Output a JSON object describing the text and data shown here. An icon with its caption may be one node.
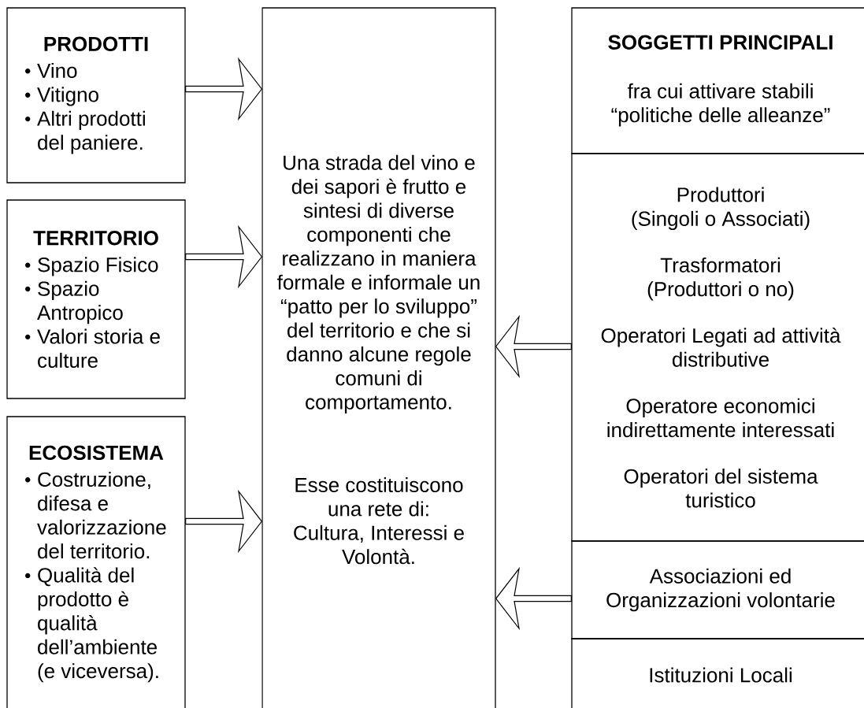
{
  "diagram": {
    "nodes": [
      {
        "text": [
          "PRODOTTI",
          "Vino",
          "Vitigno",
          "Altri prodotti del paniere."
        ]
      },
      {
        "text": [
          "TERRITORIO",
          "Spazio Fisico",
          "Spazio Antropico",
          "Valori storia e culture"
        ]
      },
      {
        "text": [
          "ECOSISTEMA",
          "Costruzione, difesa e valorizzazione del territorio.",
          "Qualità del prodotto è qualità dell’ambiente (e viceversa)."
        ]
      },
      {
        "text": [
          "Una strada del vino e dei sapori è frutto e sintesi di diverse componenti che realizzano in maniera formale e informale un “patto per lo sviluppo” del territorio e che si danno alcune regole comuni di comportamento.",
          "Esse costituiscono una rete di: Cultura, Interessi e Volontà."
        ]
      },
      {
        "text": [
          "SOGGETTI PRINCIPALI",
          "fra cui attivare stabili “politiche delle alleanze”"
        ]
      },
      {
        "text": [
          "Produttori (Singoli o Associati)",
          "Trasformatori (Produttori o no)",
          "Operatori Legati ad attività distributive",
          "Operatore economici indirettamente interessati",
          "Operatori del sistema turistico"
        ]
      },
      {
        "text": [
          "Associazioni ed Organizzazioni volontarie"
        ]
      },
      {
        "text": [
          "Istituzioni Locali"
        ]
      }
    ],
    "edges": [
      {
        "from": 0,
        "to": 3,
        "arrow": "to"
      },
      {
        "from": 1,
        "to": 3,
        "arrow": "to"
      },
      {
        "from": 2,
        "to": 3,
        "arrow": "to"
      },
      {
        "from": 5,
        "to": 3,
        "arrow": "to"
      },
      {
        "from": 6,
        "to": 3,
        "arrow": "to"
      }
    ]
  }
}
